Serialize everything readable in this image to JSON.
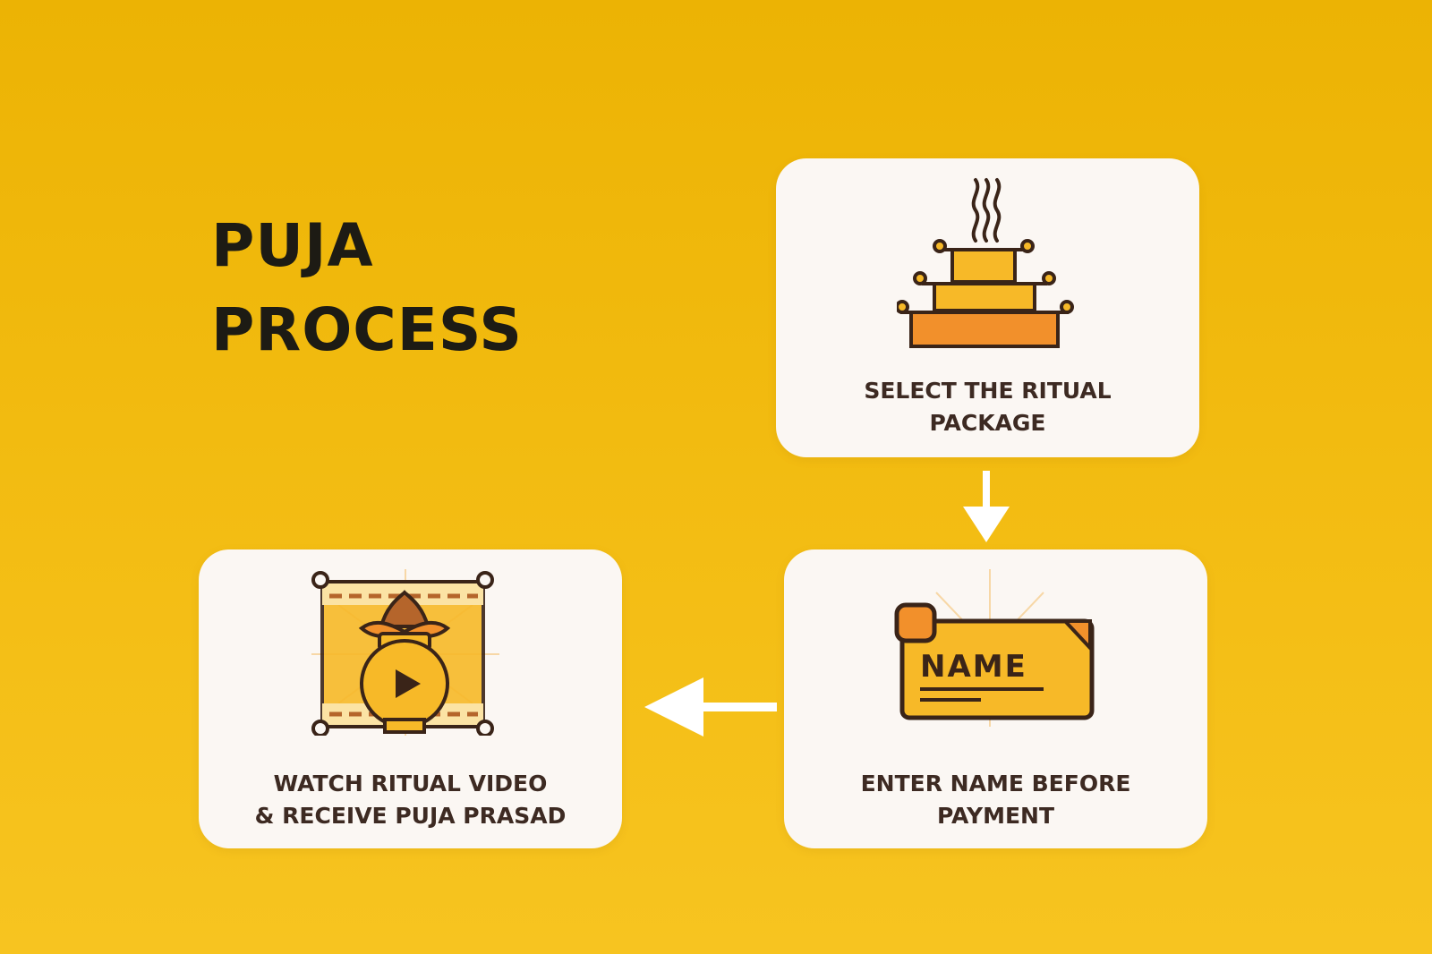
{
  "title": {
    "line1": "PUJA",
    "line2": "PROCESS"
  },
  "steps": [
    {
      "label_line1": "SELECT THE RITUAL",
      "label_line2": "PACKAGE",
      "icon": "tiered-altar-icon"
    },
    {
      "label_line1": "ENTER NAME BEFORE",
      "label_line2": "PAYMENT",
      "icon": "name-scroll-icon",
      "icon_text": "NAME"
    },
    {
      "label_line1": "WATCH RITUAL VIDEO",
      "label_line2": "& RECEIVE PUJA PRASAD",
      "icon": "kalash-video-icon"
    }
  ],
  "colors": {
    "background": "#efb70c",
    "card": "#fbf7f3",
    "title": "#1d1b14",
    "label": "#3d2a22",
    "icon_outline": "#3a2418",
    "icon_fill": "#f7b928",
    "icon_accent": "#f2902b",
    "arrow": "#ffffff"
  }
}
